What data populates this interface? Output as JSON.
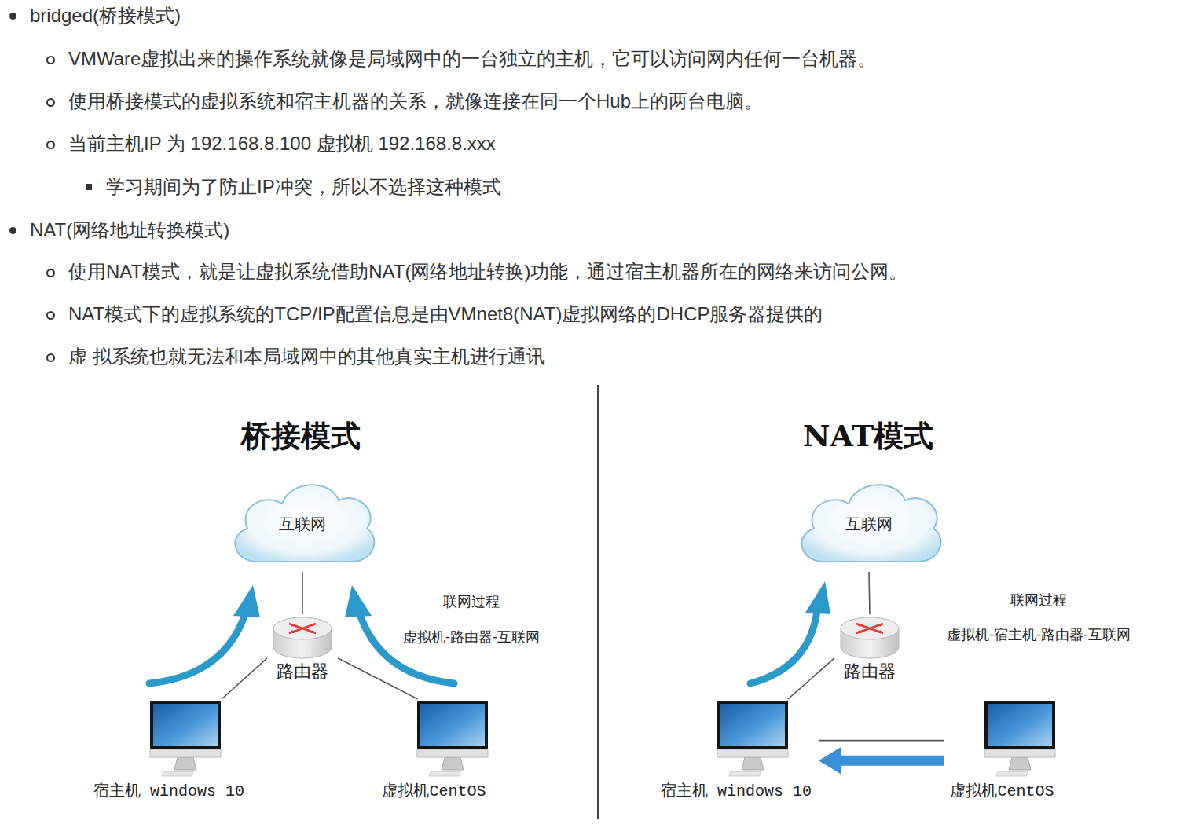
{
  "diagram": {
    "nodes": [
      {
        "text": [
          "互联网"
        ]
      },
      {
        "text": [
          "路由器"
        ]
      },
      {
        "text": [
          "宿主机 windows 10"
        ]
      },
      {
        "text": [
          "虚拟机CentOS"
        ]
      },
      {
        "text": [
          "互联网"
        ]
      },
      {
        "text": [
          "路由器"
        ]
      },
      {
        "text": [
          "宿主机 windows 10"
        ]
      },
      {
        "text": [
          "虚拟机CentOS"
        ]
      }
    ],
    "edges": [
      {
        "from": 0,
        "to": 1,
        "arrow": "none"
      },
      {
        "from": 1,
        "to": 2,
        "arrow": "none"
      },
      {
        "from": 1,
        "to": 3,
        "arrow": "none"
      },
      {
        "from": 4,
        "to": 5,
        "arrow": "none"
      },
      {
        "from": 5,
        "to": 6,
        "arrow": "none"
      },
      {
        "from": 6,
        "to": 7,
        "arrow": "none"
      },
      {
        "from": 7,
        "to": 6,
        "arrow": "to"
      }
    ],
    "labels": [
      "bridged(桥接模式)",
      "VMWare虚拟出来的操作系统就像是局域网中的一台独立的主机，它可以访问网内任何一台机器。",
      "使用桥接模式的虚拟系统和宿主机器的关系，就像连接在同一个Hub上的两台电脑。",
      "当前主机IP 为 192.168.8.100 虚拟机 192.168.8.xxx",
      "学习期间为了防止IP冲突，所以不选择这种模式",
      "NAT(网络地址转换模式)",
      "使用NAT模式，就是让虚拟系统借助NAT(网络地址转换)功能，通过宿主机器所在的网络来访问公网。",
      "NAT模式下的虚拟系统的TCP/IP配置信息是由VMnet8(NAT)虚拟网络的DHCP服务器提供的",
      "虚 拟系统也就无法和本局域网中的其他真实主机进行通讯",
      "桥接模式",
      "联网过程",
      "虚拟机-路由器-互联网",
      "NAT模式",
      "联网过程",
      "虚拟机-宿主机-路由器-互联网"
    ]
  }
}
